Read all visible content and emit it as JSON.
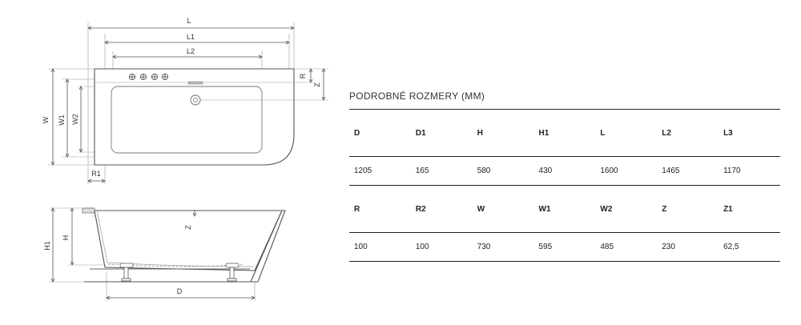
{
  "drawing": {
    "top_view_labels": {
      "L": "L",
      "L1": "L1",
      "L2": "L2",
      "W": "W",
      "W1": "W1",
      "W2": "W2",
      "R": "R",
      "Z": "Z",
      "R1": "R1"
    },
    "side_view_labels": {
      "H": "H",
      "H1": "H1",
      "Z": "Z",
      "D": "D"
    }
  },
  "table": {
    "title": "PODROBNÉ ROZMERY (MM)",
    "rows": [
      {
        "headers": [
          "D",
          "D1",
          "H",
          "H1",
          "L",
          "L2",
          "L3"
        ],
        "values": [
          "1205",
          "165",
          "580",
          "430",
          "1600",
          "1465",
          "1170"
        ]
      },
      {
        "headers": [
          "R",
          "R2",
          "W",
          "W1",
          "W2",
          "Z",
          "Z1"
        ],
        "values": [
          "100",
          "100",
          "730",
          "595",
          "485",
          "230",
          "62,5"
        ]
      }
    ]
  }
}
